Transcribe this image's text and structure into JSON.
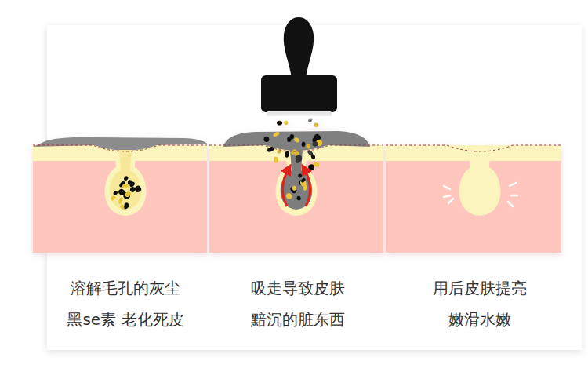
{
  "diagram": {
    "labels": [
      "溶解毛孔的灰尘 黑se素 老化死皮",
      "吸走导致皮肤 黯沉的脏东西",
      "用后皮肤提亮 嫩滑水嫩"
    ]
  }
}
